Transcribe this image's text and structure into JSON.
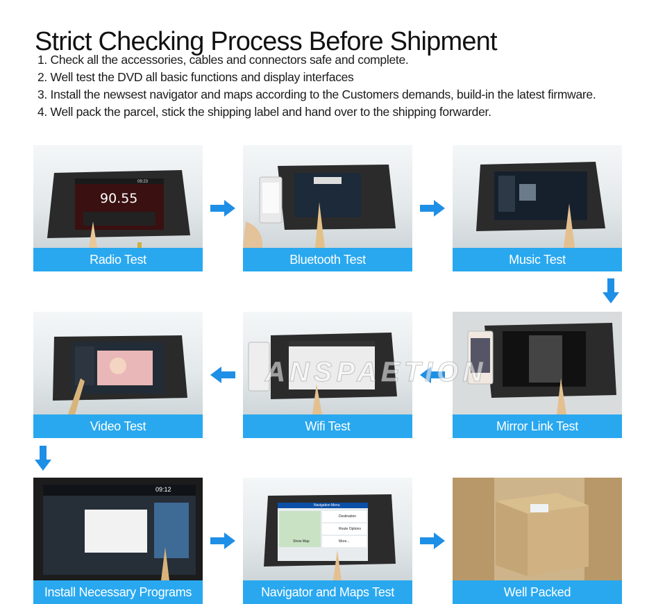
{
  "title": "Strict Checking Process Before Shipment",
  "steps": [
    "1. Check all the accessories, cables and connectors safe and complete.",
    "2. Well test the DVD all basic functions and display interfaces",
    "3. Install the newsest navigator and maps according to the Customers demands, build-in the latest firmware.",
    "4. Well pack the parcel, stick the shipping label and hand over to the shipping forwarder."
  ],
  "tests": [
    {
      "label": "Radio Test"
    },
    {
      "label": "Bluetooth Test"
    },
    {
      "label": "Music Test"
    },
    {
      "label": "Video Test"
    },
    {
      "label": "Wifi Test"
    },
    {
      "label": "Mirror Link Test"
    },
    {
      "label": "Install Necessary Programs"
    },
    {
      "label": "Navigator and Maps Test"
    },
    {
      "label": "Well Packed"
    }
  ],
  "radio_screen": {
    "frequency": "90.55",
    "time": "09:23"
  },
  "install_screen": {
    "time": "09:12"
  },
  "nav_screen": {
    "menu": "Navigation Menu",
    "item1": "Destination",
    "item2": "Route Options",
    "item3": "Show Map",
    "item4": "More..."
  },
  "watermark": "ANSPAETION",
  "colors": {
    "accent": "#29a8ef",
    "arrow": "#1e8fe6"
  }
}
